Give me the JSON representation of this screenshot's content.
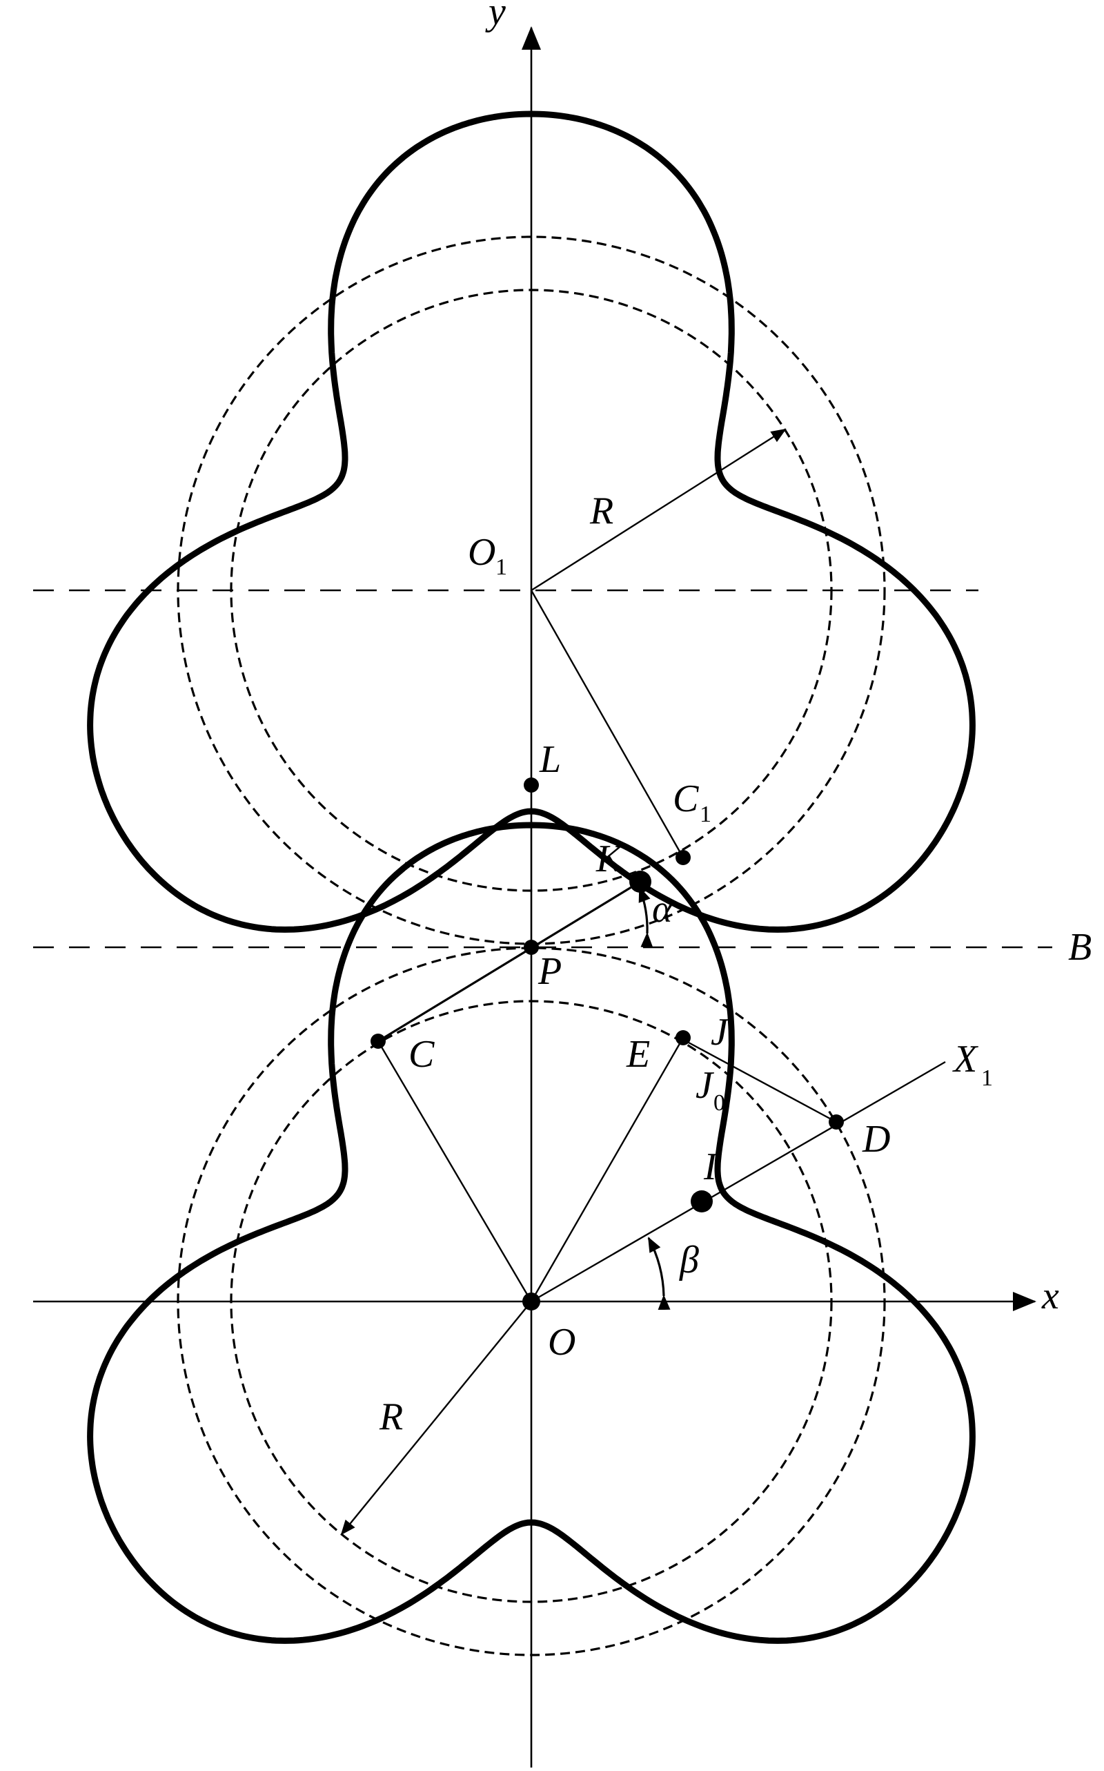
{
  "labels": {
    "y": "y",
    "x": "x",
    "R_top": "R",
    "O1": "O",
    "O1_sub": "1",
    "L": "L",
    "C1": "C",
    "C1_sub": "1",
    "K": "K",
    "alpha": "α",
    "P": "P",
    "B": "B",
    "C": "C",
    "E": "E",
    "J": "J",
    "J0": "J",
    "J0_sub": "0",
    "X1": "X",
    "X1_sub": "1",
    "D": "D",
    "I": "I",
    "beta": "β",
    "O": "O",
    "R_bottom": "R"
  }
}
